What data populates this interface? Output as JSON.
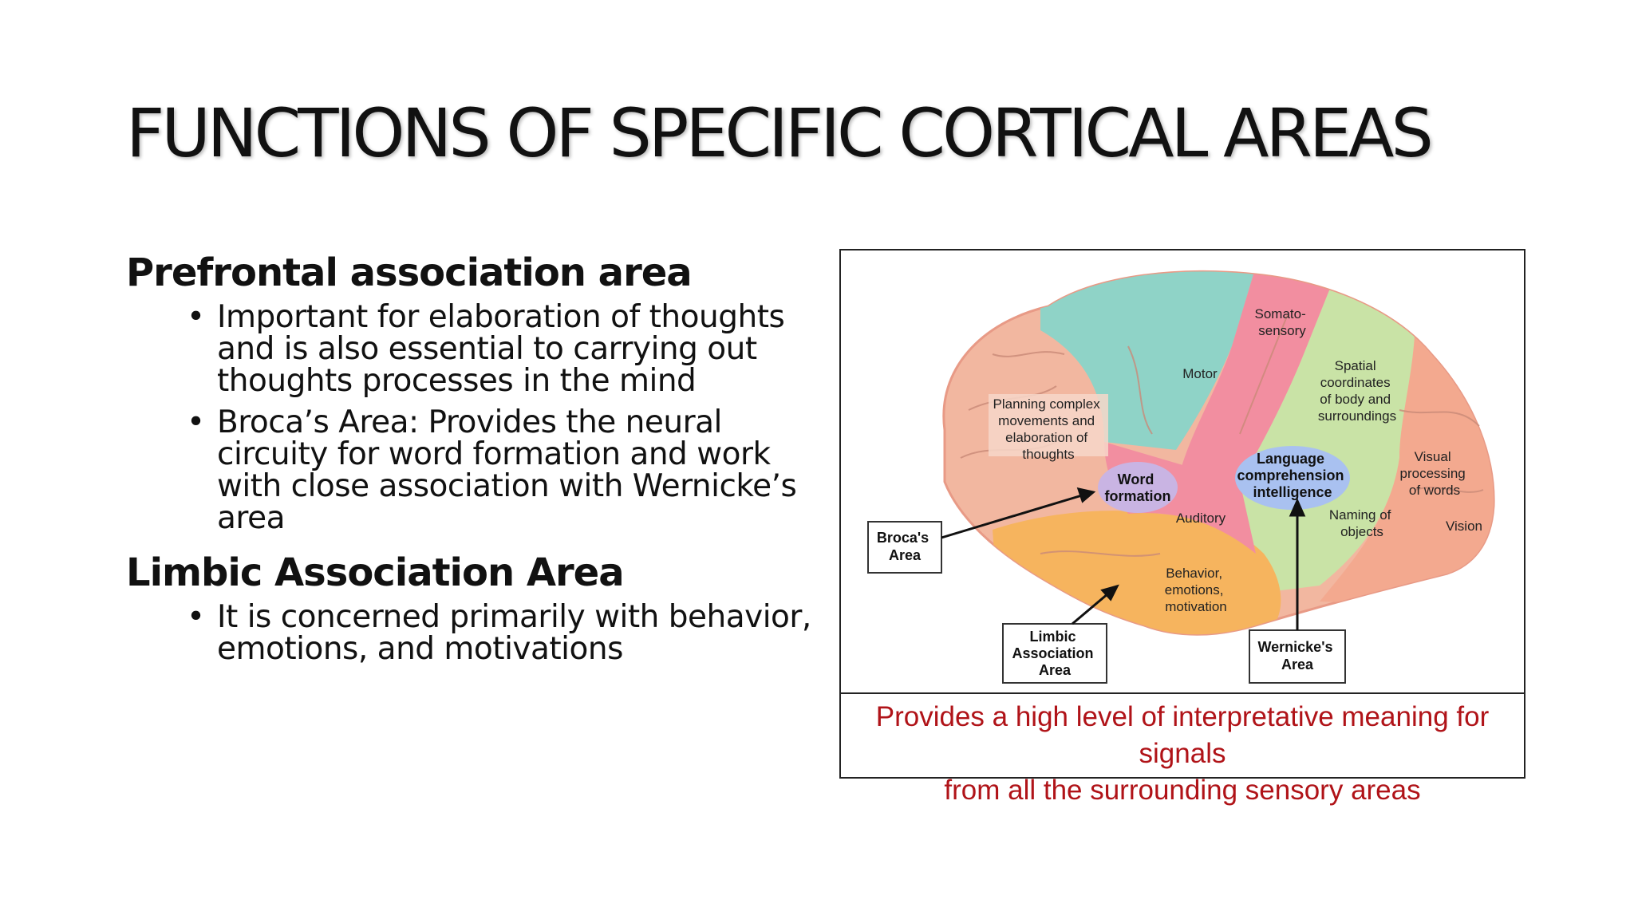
{
  "slide": {
    "title": "FUNCTIONS OF SPECIFIC CORTICAL AREAS"
  },
  "sections": [
    {
      "heading": "Prefrontal association area",
      "bullets": [
        "Important for elaboration of thoughts and is also essential to carrying out thoughts processes in the mind",
        "Broca’s Area: Provides the neural circuity for word formation and work with close association with Wernicke’s area"
      ]
    },
    {
      "heading": "Limbic Association Area",
      "bullets": [
        "It is concerned primarily with behavior, emotions, and motivations"
      ]
    }
  ],
  "figure": {
    "regions": {
      "somatosensory": [
        "Somato-",
        "sensory"
      ],
      "motor": "Motor",
      "spatial": [
        "Spatial",
        "coordinates",
        "of body and",
        "surroundings"
      ],
      "planning": [
        "Planning complex",
        "movements and",
        "elaboration of",
        "thoughts"
      ],
      "word_formation": [
        "Word",
        "formation"
      ],
      "language": [
        "Language",
        "comprehension",
        "intelligence"
      ],
      "visual_processing": [
        "Visual",
        "processing",
        "of words"
      ],
      "auditory": "Auditory",
      "naming": [
        "Naming of",
        "objects"
      ],
      "vision": "Vision",
      "behavior": [
        "Behavior,",
        "emotions,",
        "motivation"
      ]
    },
    "callouts": {
      "broca": [
        "Broca's",
        "Area"
      ],
      "limbic": [
        "Limbic",
        "Association",
        "Area"
      ],
      "wernicke": [
        "Wernicke's",
        "Area"
      ]
    },
    "colors": {
      "prefrontal": "#f2b7a0",
      "motor": "#8fd3c7",
      "somatosensory": "#f28ea0",
      "parietal": "#c9e3a6",
      "occipital": "#f3a98f",
      "temporal": "#f6b45e",
      "word_formation": "#c9b4e3",
      "language": "#a9c1f0",
      "caption": "#b01318"
    },
    "caption_lines": [
      "Provides a high level of interpretative meaning for signals",
      "from all the surrounding sensory areas"
    ]
  }
}
